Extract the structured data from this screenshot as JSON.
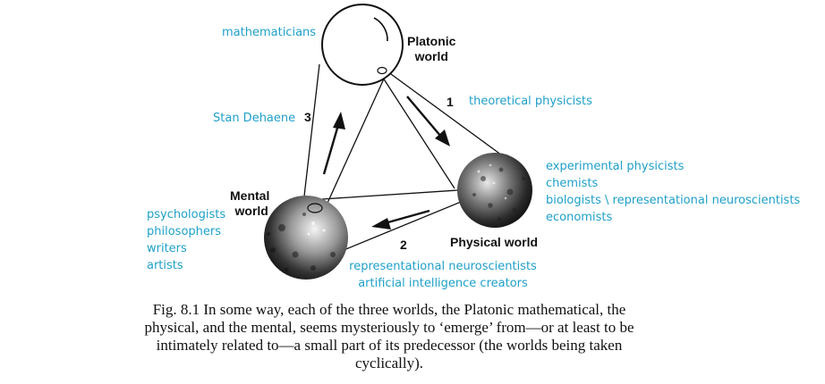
{
  "worlds": {
    "platonic": [
      "Platonic",
      "world"
    ],
    "mental": [
      "Mental",
      "world"
    ],
    "physical": "Physical world"
  },
  "numbers": {
    "one": "1",
    "two": "2",
    "three": "3"
  },
  "annotations": {
    "mathematicians": "mathematicians",
    "stan": "Stan Dehaene",
    "theoretical": "theoretical physicists",
    "physical_side": [
      "experimental physicists",
      "chemists",
      "biologists \\ representational neuroscientists",
      "economists"
    ],
    "mental_side": [
      "psychologists",
      "philosophers",
      "writers",
      "artists"
    ],
    "bottom": [
      "representational neuroscientists",
      "artificial intelligence creators"
    ]
  },
  "caption": "Fig. 8.1 In some way, each of the three worlds, the Platonic mathematical, the physical, and the mental, seems mysteriously to ‘emerge’ from—or at least to be intimately related to—a small part of its predecessor (the worlds being taken cyclically).",
  "colors": {
    "annotation": "#1fa0c9",
    "ink": "#111111"
  }
}
